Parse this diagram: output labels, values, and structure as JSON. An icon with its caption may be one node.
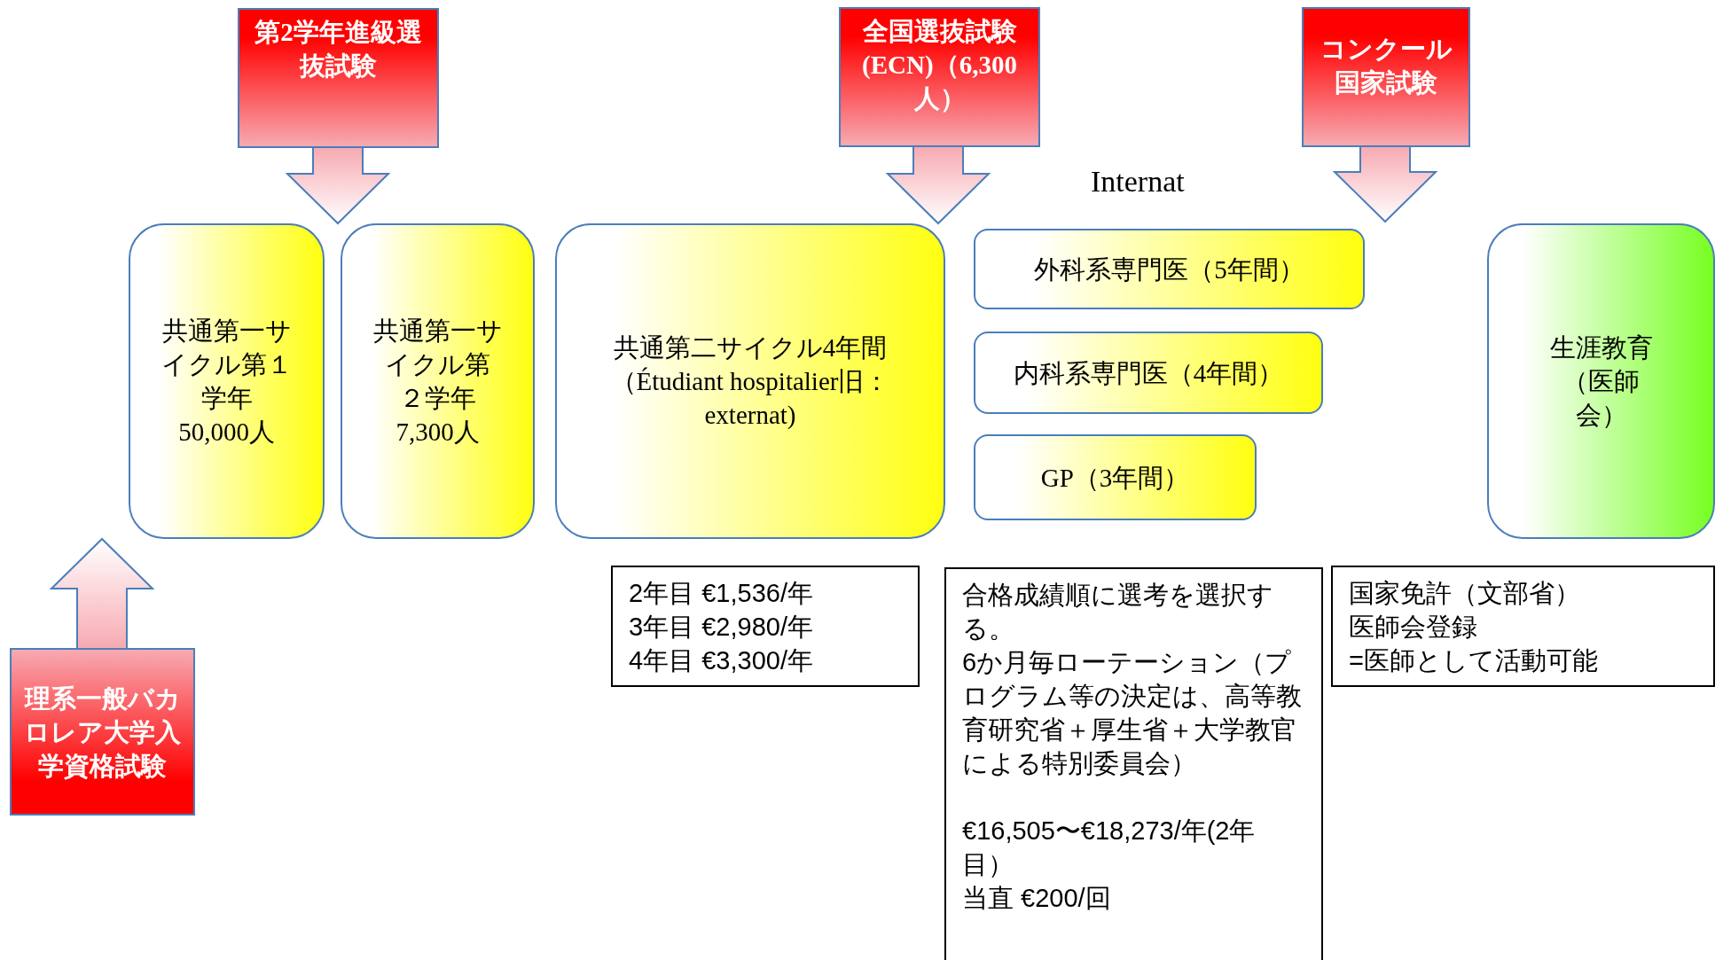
{
  "diagram": {
    "nodes": [
      {
        "text": [
          "第2学年進級選抜試験"
        ]
      },
      {
        "text": [
          "全国選抜試験(ECN)（6,300人）"
        ]
      },
      {
        "text": [
          "コンクール国家試験"
        ]
      },
      {
        "text": [
          "共通第一サイクル第１学年",
          "50,000人"
        ]
      },
      {
        "text": [
          "共通第一サイクル第２学年",
          "7,300人"
        ]
      },
      {
        "text": [
          "共通第二サイクル4年間（Étudiant hospitalier旧：externat)"
        ]
      },
      {
        "text": [
          "外科系専門医（5年間）"
        ]
      },
      {
        "text": [
          "内科系専門医（4年間）"
        ]
      },
      {
        "text": [
          "GP（3年間）"
        ]
      },
      {
        "text": [
          "生涯教育（医師会）"
        ]
      },
      {
        "text": [
          "理系一般バカロレア大学入学資格試験"
        ]
      },
      {
        "text": [
          "2年目 €1,536/年",
          "3年目 €2,980/年",
          "4年目 €3,300/年"
        ]
      },
      {
        "text": [
          "合格成績順に選考を選択する。",
          "6か月毎ローテーション（プログラム等の決定は、高等教育研究省＋厚生省＋大学教官による特別委員会）",
          "€16,505〜€18,273/年(2年目）",
          "当直 €200/回"
        ]
      },
      {
        "text": [
          "国家免許（文部省）",
          "医師会登録",
          "=医師として活動可能"
        ]
      }
    ],
    "edges": [
      {
        "from": 0,
        "to": 4,
        "arrow": "to"
      },
      {
        "from": 1,
        "to": 5,
        "arrow": "to"
      },
      {
        "from": 2,
        "to": null,
        "arrow": "to"
      },
      {
        "from": 10,
        "to": 3,
        "arrow": "to"
      }
    ],
    "labels": [
      "Internat"
    ]
  }
}
